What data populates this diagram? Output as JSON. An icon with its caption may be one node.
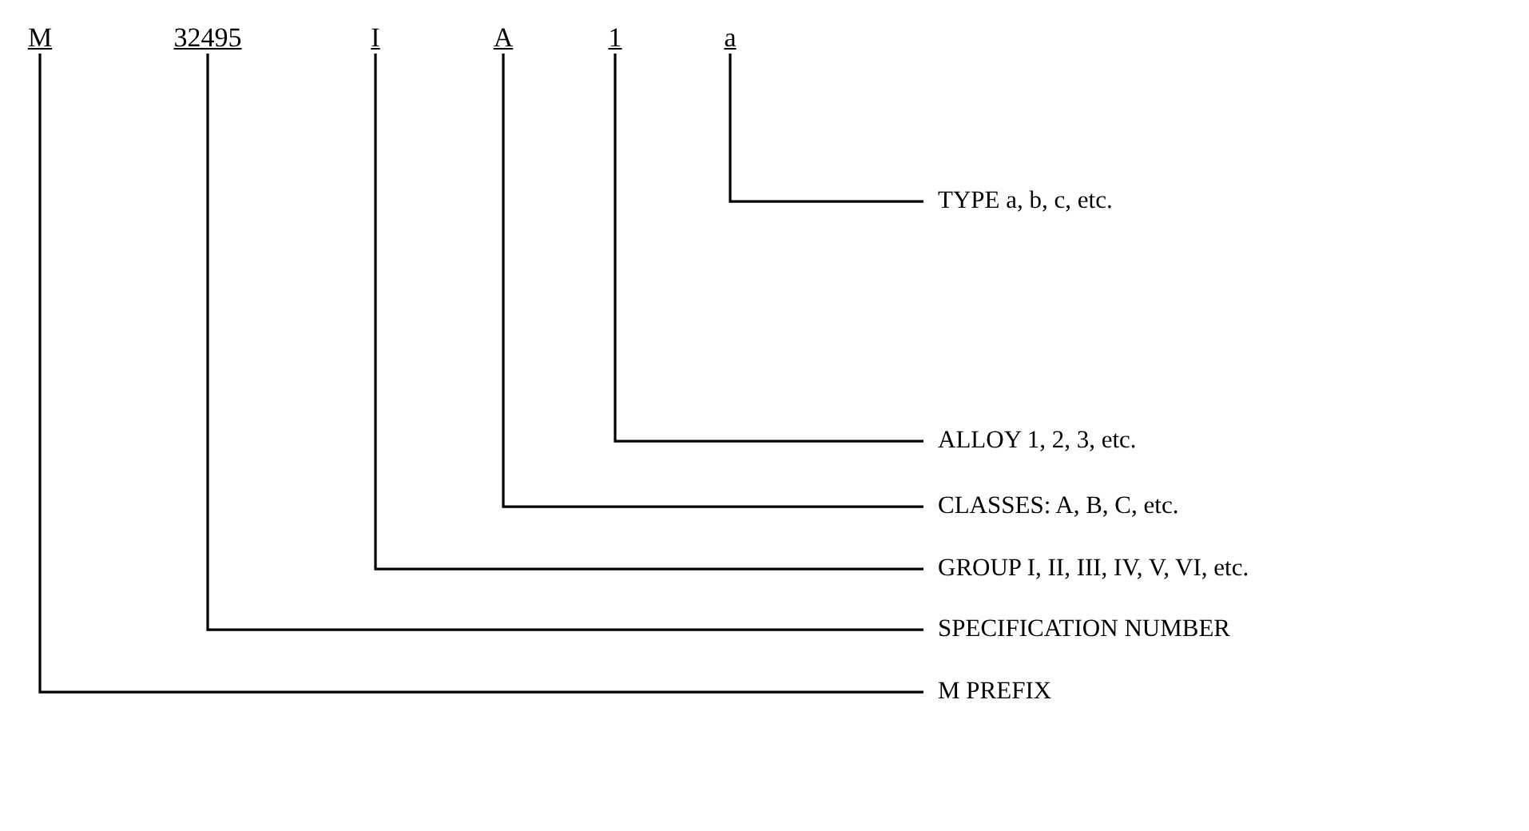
{
  "diagram": {
    "nodes": [
      {
        "text": [
          "M"
        ]
      },
      {
        "text": [
          "32495"
        ]
      },
      {
        "text": [
          "I"
        ]
      },
      {
        "text": [
          "A"
        ]
      },
      {
        "text": [
          "1"
        ]
      },
      {
        "text": [
          "a"
        ]
      },
      {
        "text": [
          "TYPE a, b, c, etc."
        ]
      },
      {
        "text": [
          "ALLOY 1, 2, 3, etc."
        ]
      },
      {
        "text": [
          "CLASSES: A, B, C, etc."
        ]
      },
      {
        "text": [
          "GROUP I, II, III, IV, V, VI, etc."
        ]
      },
      {
        "text": [
          "SPECIFICATION NUMBER"
        ]
      },
      {
        "text": [
          "M PREFIX"
        ]
      }
    ],
    "edges": [
      {
        "from": 5,
        "to": 6,
        "arrow": "none"
      },
      {
        "from": 4,
        "to": 7,
        "arrow": "none"
      },
      {
        "from": 3,
        "to": 8,
        "arrow": "none"
      },
      {
        "from": 2,
        "to": 9,
        "arrow": "none"
      },
      {
        "from": 1,
        "to": 10,
        "arrow": "none"
      },
      {
        "from": 0,
        "to": 11,
        "arrow": "none"
      }
    ]
  }
}
